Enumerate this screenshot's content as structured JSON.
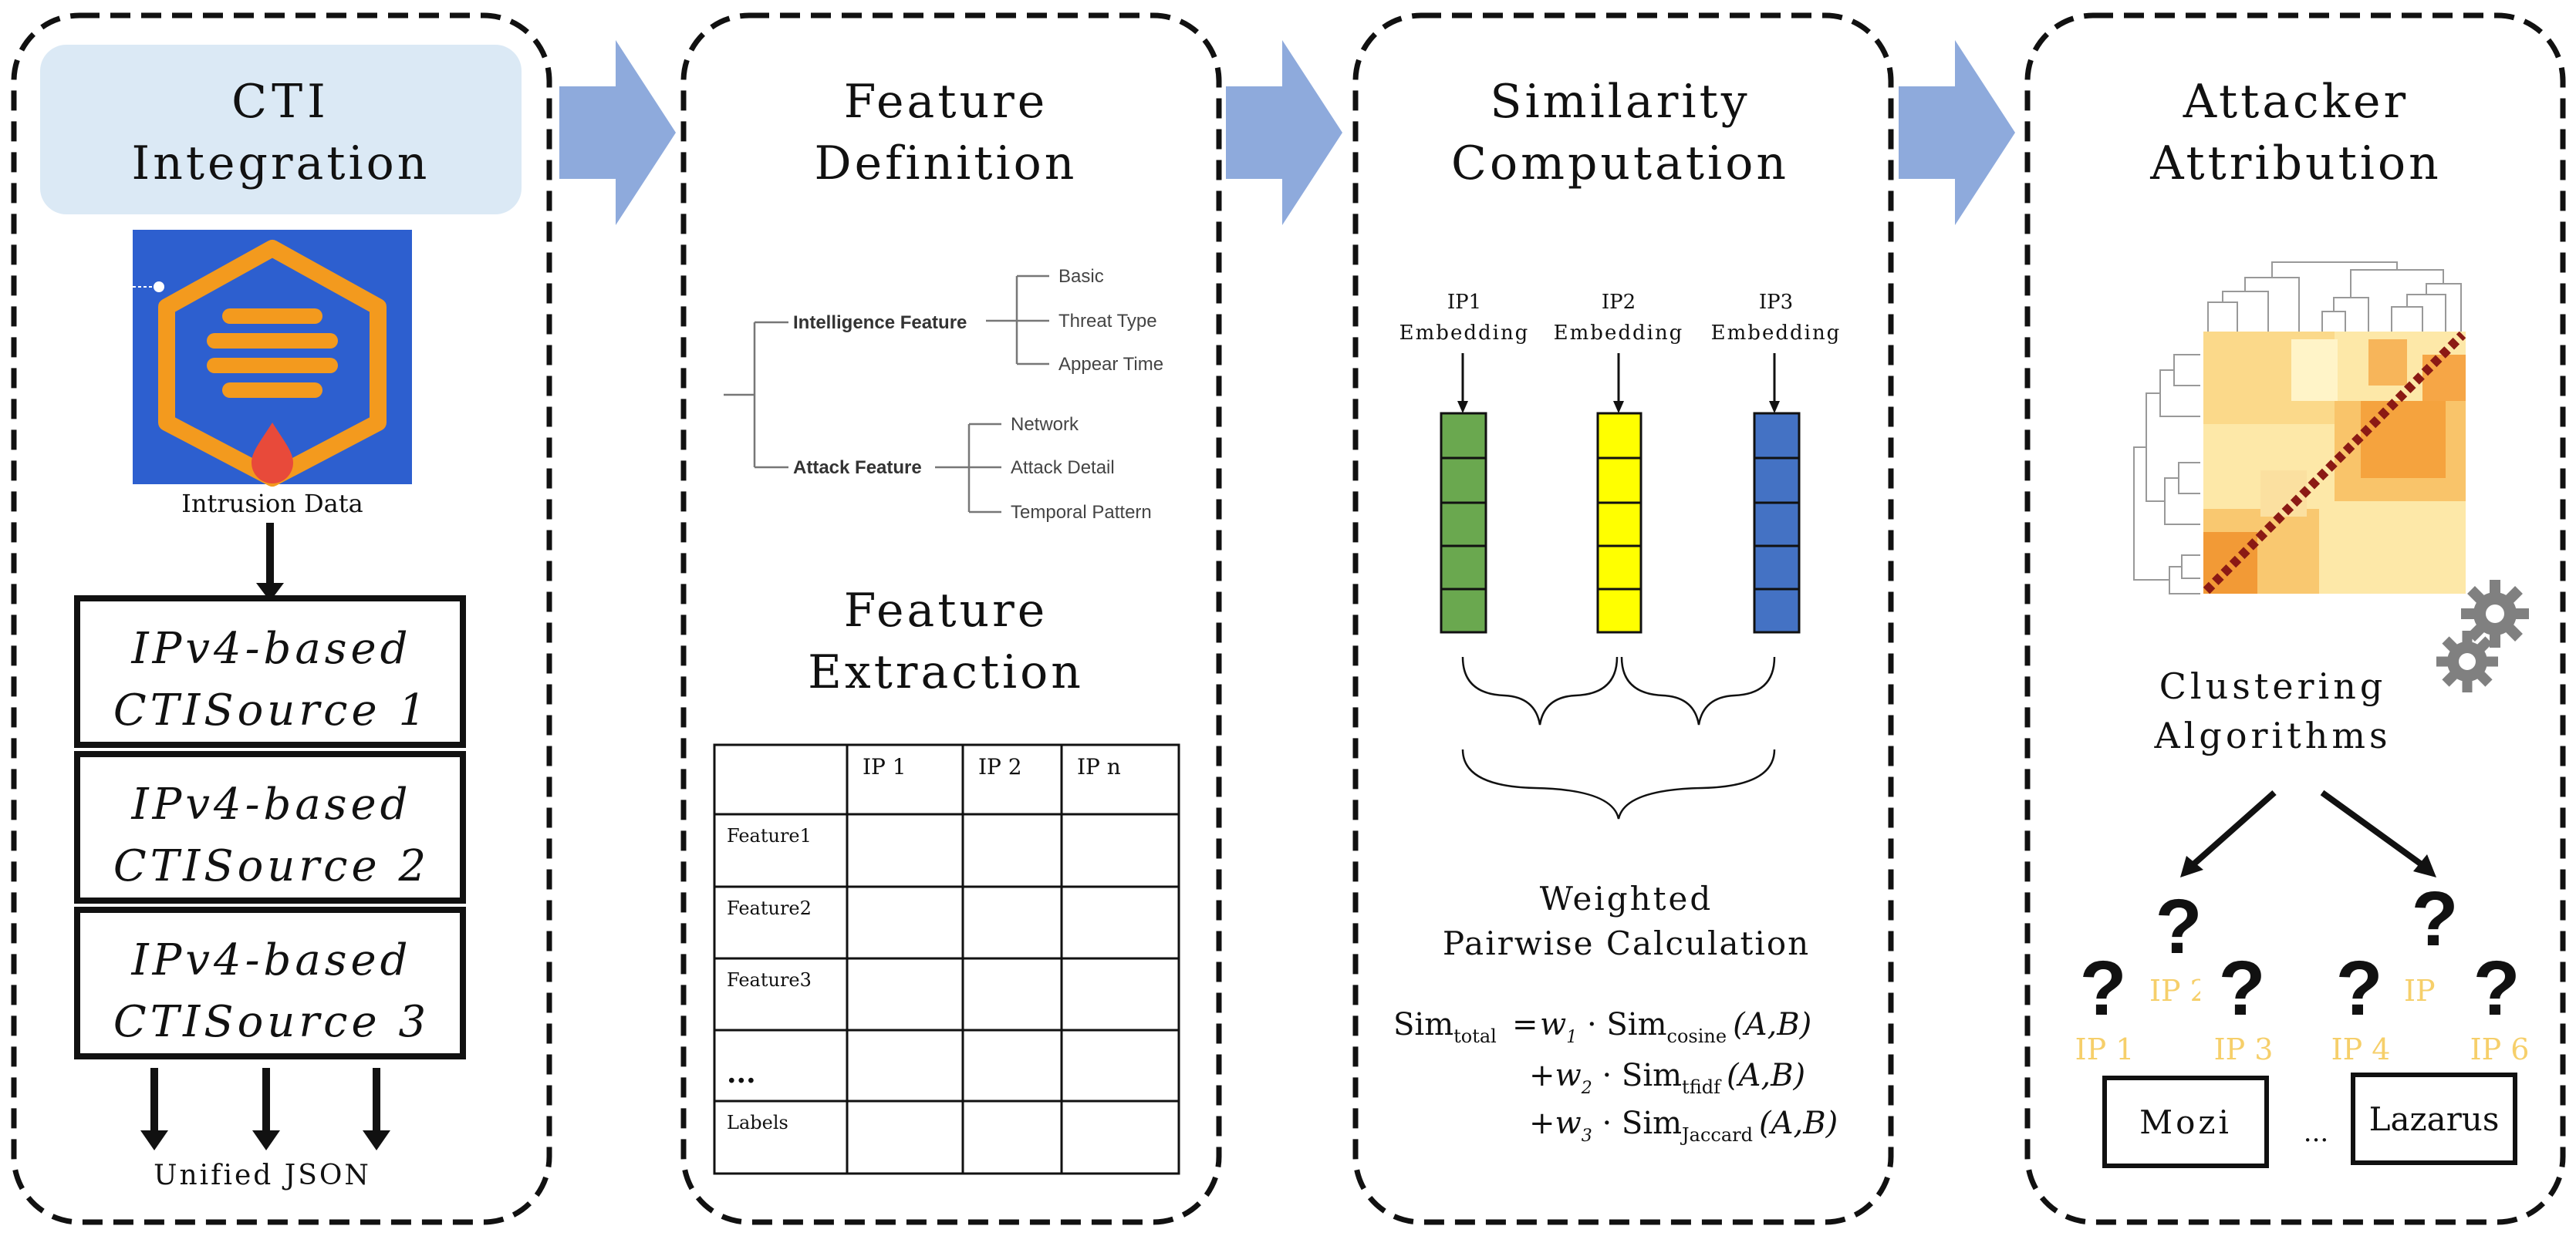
{
  "panel1": {
    "title_line1": "CTI",
    "title_line2": "Integration",
    "intrusion_label": "Intrusion Data",
    "sources": [
      {
        "line1": "IPv4-based",
        "line2": "CTISource 1"
      },
      {
        "line1": "IPv4-based",
        "line2": "CTISource 2"
      },
      {
        "line1": "IPv4-based",
        "line2": "CTISource 3"
      }
    ],
    "output_label": "Unified JSON"
  },
  "panel2": {
    "title_line1": "Feature",
    "title_line2": "Definition",
    "tree": {
      "intelligence": "Intelligence Feature",
      "intelligence_children": [
        "Basic",
        "Threat Type",
        "Appear Time"
      ],
      "attack": "Attack Feature",
      "attack_children": [
        "Network",
        "Attack Detail",
        "Temporal Pattern"
      ]
    },
    "extract_line1": "Feature",
    "extract_line2": "Extraction",
    "table_headers": [
      "IP 1",
      "IP 2",
      "IP n"
    ],
    "table_rows": [
      "Feature1",
      "Feature2",
      "Feature3",
      "...",
      "Labels"
    ]
  },
  "panel3": {
    "title_line1": "Similarity",
    "title_line2": "Computation",
    "embeddings": [
      {
        "ip": "IP1",
        "label": "Embedding"
      },
      {
        "ip": "IP2",
        "label": "Embedding"
      },
      {
        "ip": "IP3",
        "label": "Embedding"
      }
    ],
    "weighted_line1": "Weighted",
    "weighted_line2": "Pairwise Calculation",
    "formula": {
      "lhs": "Sim",
      "lhs_sub": "total",
      "eq": "=",
      "terms": [
        {
          "prefix": "",
          "w": "w",
          "w_sub": "1",
          "sim": "Sim",
          "sim_sub": "cosine",
          "args": "(A,B)"
        },
        {
          "prefix": "+",
          "w": "w",
          "w_sub": "2",
          "sim": "Sim",
          "sim_sub": "tfidf",
          "args": "(A,B)"
        },
        {
          "prefix": "+",
          "w": "w",
          "w_sub": "3",
          "sim": "Sim",
          "sim_sub": "Jaccard",
          "args": "(A,B)"
        }
      ]
    }
  },
  "panel4": {
    "title_line1": "Attacker",
    "title_line2": "Attribution",
    "clustering_line1": "Clustering",
    "clustering_line2": "Algorithms",
    "question_marks": [
      "?",
      "?",
      "?",
      "?",
      "?",
      "?"
    ],
    "ip_labels": [
      "IP 1",
      "IP 2",
      "IP 3",
      "IP 4",
      "IP 5",
      "IP 6"
    ],
    "groups": [
      "Mozi",
      "Lazarus"
    ],
    "ellipsis": "..."
  },
  "colors": {
    "title_box": "#dbe9f5",
    "arrow": "#8eaadc",
    "green": "#6aa84f",
    "yellow": "#ffff00",
    "blue": "#4472c4",
    "ip_label": "#f6cf6a",
    "gear": "#808080",
    "logo_bg": "#2d5fcf",
    "logo_orange": "#f39a1e"
  }
}
